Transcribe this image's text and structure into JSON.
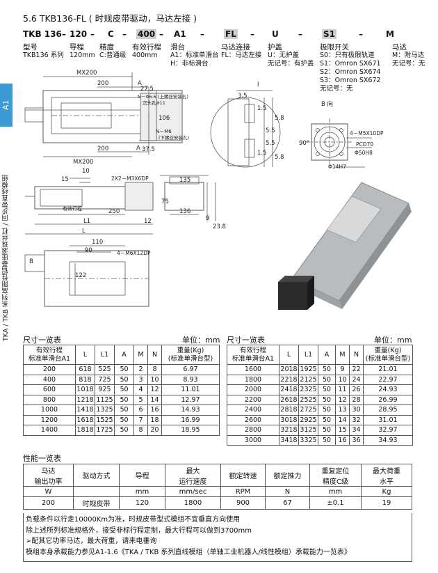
{
  "page": {
    "title": "5.6 TKB136-FL ( 时规皮带驱动，马达左接 )",
    "side_tab": "A1",
    "side_text": "TKA / TKB 系列高刚性铝基座滚珠丝杠 / 同步带直线模组"
  },
  "model_code": {
    "segments": [
      "TKB 136",
      "–",
      "120",
      "–",
      "C",
      "–",
      "400",
      "–",
      "A1",
      "–",
      "FL",
      "–",
      "U",
      "–",
      "S1",
      "–",
      "M"
    ],
    "labels": [
      {
        "head": "型号",
        "lines": [
          "TKB136 系列"
        ]
      },
      {
        "head": "导程",
        "lines": [
          "120mm"
        ]
      },
      {
        "head": "精度",
        "lines": [
          "C:普通级"
        ]
      },
      {
        "head": "有效行程",
        "lines": [
          "400mm"
        ]
      },
      {
        "head": "滑台",
        "lines": [
          "A1：标准单滑台",
          "H：非标滑台"
        ]
      },
      {
        "head": "马达连接",
        "lines": [
          "FL：马达左接"
        ]
      },
      {
        "head": "护盖",
        "lines": [
          "U：无护盖",
          "无记号：有护盖"
        ]
      },
      {
        "head": "极限开关",
        "lines": [
          "S0：只有极限轨道",
          "S1：Omron SX671",
          "S2：Omron SX674",
          "S3：Omron SX672",
          "无记号：无"
        ]
      },
      {
        "head": "马达",
        "lines": [
          "M：附马达",
          "无记号：无"
        ]
      }
    ]
  },
  "drawing": {
    "labels": {
      "mx200_top": "MX200",
      "d200_top": "200",
      "dA_top": "A",
      "d27_5": "27.5",
      "hole_note_top": "N－Φ6.6 (上螺丝安装孔)",
      "hole_note_top2": "沉头孔Φ11",
      "d106": "106",
      "hole_note_bot": "N－M6",
      "hole_note_bot2": "(下螺丝安装孔)",
      "d200_bot": "200",
      "dA_bot": "A",
      "d37_5": "37.5",
      "mx200_bot": "MX200",
      "d10": "10",
      "d15": "15",
      "tap_note": "2X2－M3X6DP",
      "stroke": "有效行程",
      "d250": "250",
      "dL1": "L1",
      "dL": "L",
      "d12": "12",
      "d135": "135",
      "d75": "75",
      "d136": "136",
      "d9": "9",
      "d23_8": "23.8",
      "d110": "110",
      "d90": "90",
      "d122": "122",
      "carriage_note": "4－M6X12DP",
      "view_b": "B",
      "detail_i": "I",
      "d3_5": "3.5",
      "d1_5_a": "1.5",
      "d5_8_a": "5.8",
      "d5_5_a": "5.5",
      "d5_5_b": "5.5",
      "d1_5_b": "1.5",
      "d5_8_b": "5.8",
      "b_view": "B 向",
      "angle": "90°",
      "flange_note1": "4－M5X10DP",
      "flange_note2": "PCD70",
      "flange_note3": "Φ50H8",
      "flange_note4": "Φ14H7"
    }
  },
  "dim_table": {
    "title": "尺寸一览表",
    "unit": "单位：mm",
    "headers": [
      "有效行程\n标准单滑台A1",
      "L",
      "L1",
      "A",
      "M",
      "N",
      "重量(Kg)\n(标准单滑台型)"
    ],
    "left_rows": [
      [
        "200",
        "618",
        "525",
        "50",
        "2",
        "8",
        "6.97"
      ],
      [
        "400",
        "818",
        "725",
        "50",
        "3",
        "10",
        "8.93"
      ],
      [
        "600",
        "1018",
        "925",
        "50",
        "4",
        "12",
        "11.01"
      ],
      [
        "800",
        "1218",
        "1125",
        "50",
        "5",
        "14",
        "12.97"
      ],
      [
        "1000",
        "1418",
        "1325",
        "50",
        "6",
        "16",
        "14.93"
      ],
      [
        "1200",
        "1618",
        "1525",
        "50",
        "7",
        "18",
        "16.99"
      ],
      [
        "1400",
        "1818",
        "1725",
        "50",
        "8",
        "20",
        "18.95"
      ]
    ],
    "right_rows": [
      [
        "1600",
        "2018",
        "1925",
        "50",
        "9",
        "22",
        "21.01"
      ],
      [
        "1800",
        "2218",
        "2125",
        "50",
        "10",
        "24",
        "22.97"
      ],
      [
        "2000",
        "2418",
        "2325",
        "50",
        "11",
        "26",
        "24.93"
      ],
      [
        "2200",
        "2618",
        "2525",
        "50",
        "12",
        "28",
        "26.99"
      ],
      [
        "2400",
        "2818",
        "2725",
        "50",
        "13",
        "30",
        "28.95"
      ],
      [
        "2600",
        "3018",
        "2925",
        "50",
        "14",
        "32",
        "31.01"
      ],
      [
        "2800",
        "3218",
        "3125",
        "50",
        "15",
        "34",
        "32.97"
      ],
      [
        "3000",
        "3418",
        "3325",
        "50",
        "16",
        "36",
        "34.93"
      ]
    ]
  },
  "perf_table": {
    "title": "性能一览表",
    "headers": [
      "马达\n输出功率",
      "驱动方式",
      "导程",
      "最大\n运行速度",
      "额定转速",
      "额定推力",
      "重复定位\n精度C级",
      "最大荷重\n水平"
    ],
    "units": [
      "W",
      "",
      "mm",
      "mm/sec",
      "RPM",
      "N",
      "mm",
      "Kg"
    ],
    "row": [
      "200",
      "时规皮带",
      "120",
      "1800",
      "900",
      "67",
      "±0.1",
      "19"
    ]
  },
  "notes": [
    "负载条件以行走10000Km为准，时规皮带型式模组不宜垂直方向使用",
    "除上述所列标准规格外，接受非标行程定制，最大行程可以做到3700mm",
    "➢配其它功率马达，最大荷重，请来电垂询",
    "模组本身承载能力参见A1-1.6《TKA / TKB 系列直线模组（单轴工业机器人/线性模组）承载能力一览表》"
  ],
  "colors": {
    "accent": "#3d9ad4",
    "line": "#555555",
    "highlight": "#cfcfcf"
  }
}
